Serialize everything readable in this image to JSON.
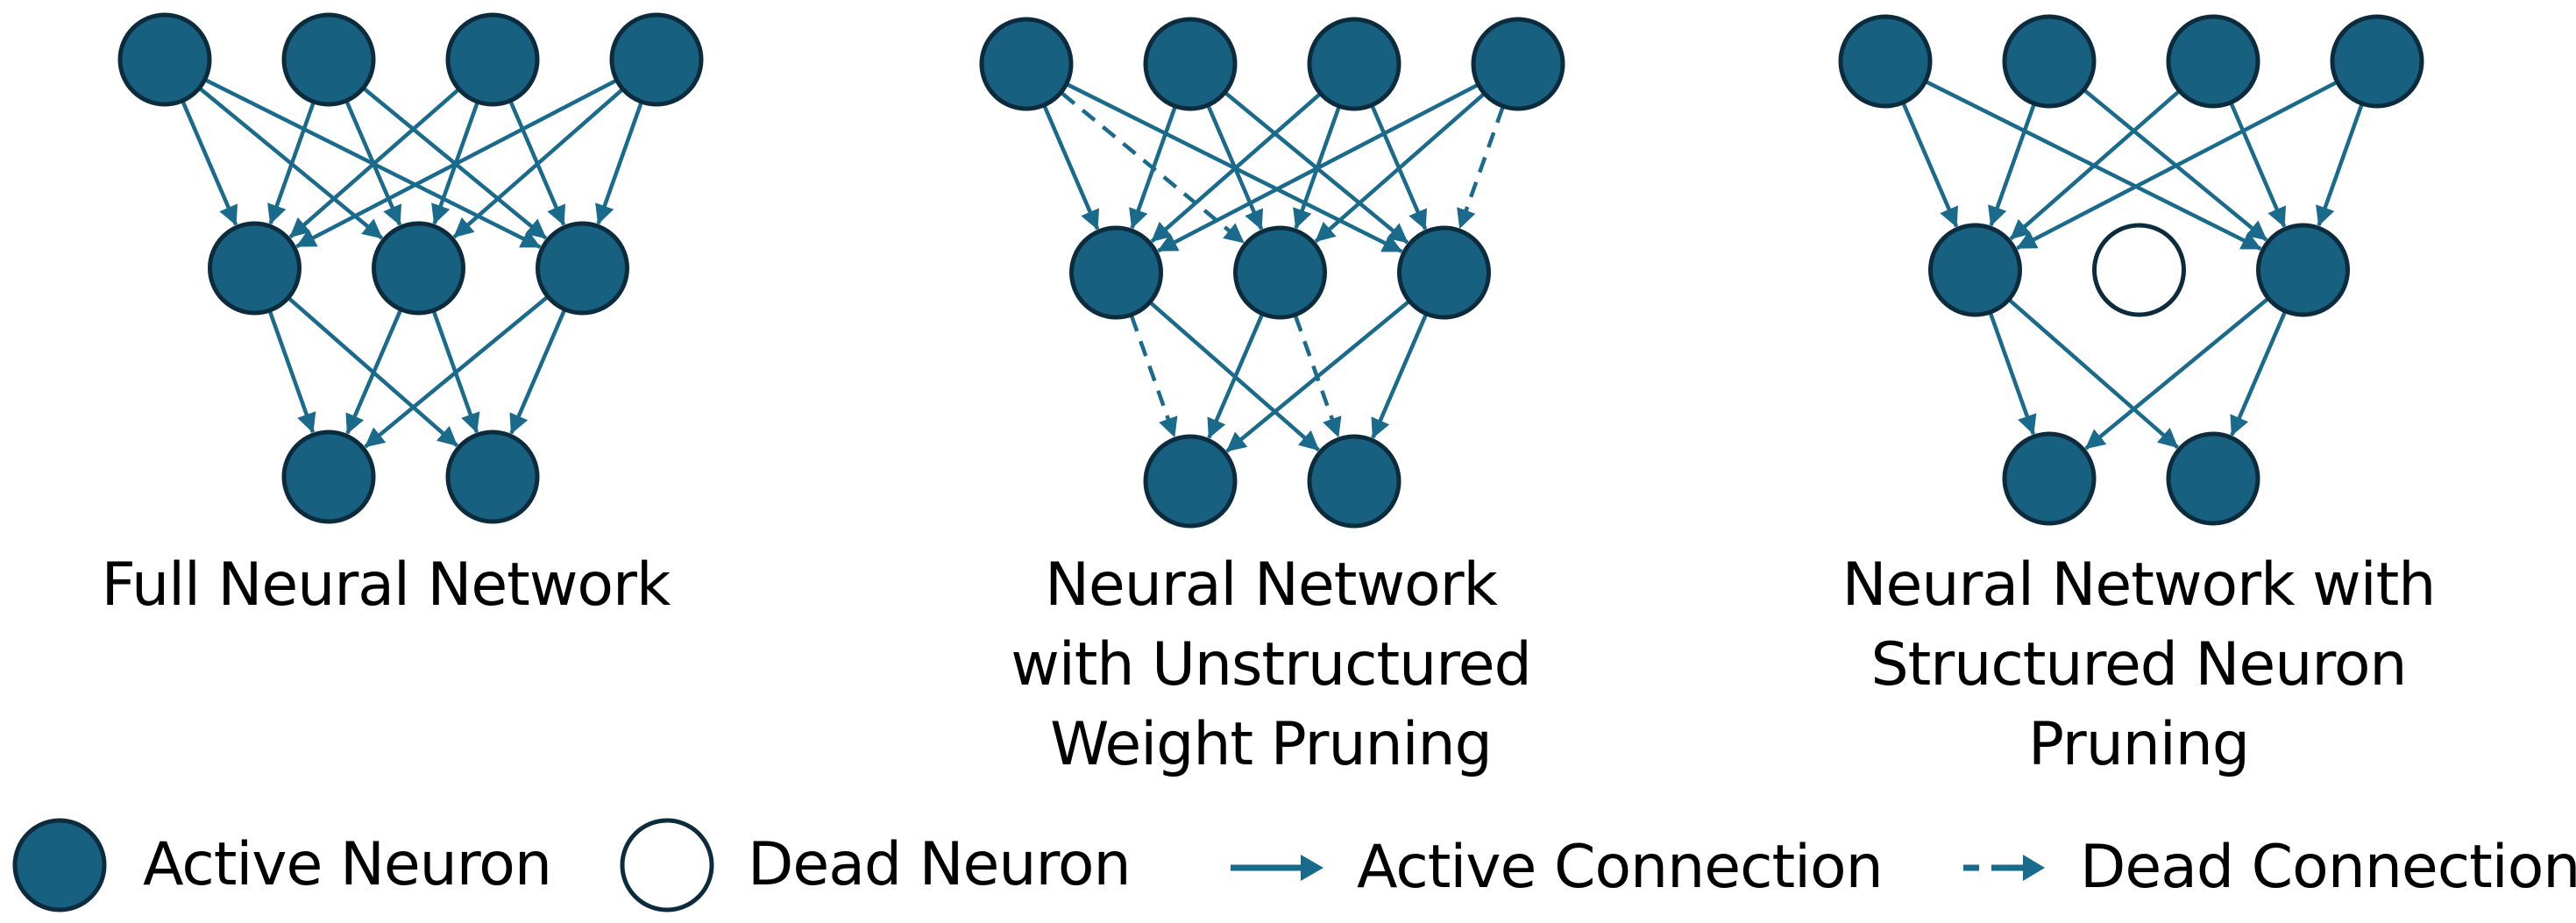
{
  "colors": {
    "neuron_fill": "#18607f",
    "neuron_stroke": "#0c2b3d",
    "edge": "#1a6a8c",
    "dead_fill": "#ffffff",
    "text": "#000000"
  },
  "panels": [
    {
      "id": "full",
      "caption_lines": [
        "Full Neural Network"
      ],
      "layers": [
        {
          "neurons": [
            "active",
            "active",
            "active",
            "active"
          ]
        },
        {
          "neurons": [
            "active",
            "active",
            "active"
          ]
        },
        {
          "neurons": [
            "active",
            "active"
          ]
        }
      ],
      "connections": [
        {
          "from": [
            0,
            0
          ],
          "to": [
            1,
            0
          ],
          "state": "active"
        },
        {
          "from": [
            0,
            0
          ],
          "to": [
            1,
            1
          ],
          "state": "active"
        },
        {
          "from": [
            0,
            0
          ],
          "to": [
            1,
            2
          ],
          "state": "active"
        },
        {
          "from": [
            0,
            1
          ],
          "to": [
            1,
            0
          ],
          "state": "active"
        },
        {
          "from": [
            0,
            1
          ],
          "to": [
            1,
            1
          ],
          "state": "active"
        },
        {
          "from": [
            0,
            1
          ],
          "to": [
            1,
            2
          ],
          "state": "active"
        },
        {
          "from": [
            0,
            2
          ],
          "to": [
            1,
            0
          ],
          "state": "active"
        },
        {
          "from": [
            0,
            2
          ],
          "to": [
            1,
            1
          ],
          "state": "active"
        },
        {
          "from": [
            0,
            2
          ],
          "to": [
            1,
            2
          ],
          "state": "active"
        },
        {
          "from": [
            0,
            3
          ],
          "to": [
            1,
            0
          ],
          "state": "active"
        },
        {
          "from": [
            0,
            3
          ],
          "to": [
            1,
            1
          ],
          "state": "active"
        },
        {
          "from": [
            0,
            3
          ],
          "to": [
            1,
            2
          ],
          "state": "active"
        },
        {
          "from": [
            1,
            0
          ],
          "to": [
            2,
            0
          ],
          "state": "active"
        },
        {
          "from": [
            1,
            0
          ],
          "to": [
            2,
            1
          ],
          "state": "active"
        },
        {
          "from": [
            1,
            1
          ],
          "to": [
            2,
            0
          ],
          "state": "active"
        },
        {
          "from": [
            1,
            1
          ],
          "to": [
            2,
            1
          ],
          "state": "active"
        },
        {
          "from": [
            1,
            2
          ],
          "to": [
            2,
            0
          ],
          "state": "active"
        },
        {
          "from": [
            1,
            2
          ],
          "to": [
            2,
            1
          ],
          "state": "active"
        }
      ]
    },
    {
      "id": "unstructured",
      "caption_lines": [
        "Neural Network",
        "with Unstructured",
        "Weight Pruning"
      ],
      "layers": [
        {
          "neurons": [
            "active",
            "active",
            "active",
            "active"
          ]
        },
        {
          "neurons": [
            "active",
            "active",
            "active"
          ]
        },
        {
          "neurons": [
            "active",
            "active"
          ]
        }
      ],
      "connections": [
        {
          "from": [
            0,
            0
          ],
          "to": [
            1,
            0
          ],
          "state": "active"
        },
        {
          "from": [
            0,
            0
          ],
          "to": [
            1,
            1
          ],
          "state": "dead"
        },
        {
          "from": [
            0,
            0
          ],
          "to": [
            1,
            2
          ],
          "state": "active"
        },
        {
          "from": [
            0,
            1
          ],
          "to": [
            1,
            0
          ],
          "state": "active"
        },
        {
          "from": [
            0,
            1
          ],
          "to": [
            1,
            1
          ],
          "state": "active"
        },
        {
          "from": [
            0,
            1
          ],
          "to": [
            1,
            2
          ],
          "state": "active"
        },
        {
          "from": [
            0,
            2
          ],
          "to": [
            1,
            0
          ],
          "state": "active"
        },
        {
          "from": [
            0,
            2
          ],
          "to": [
            1,
            1
          ],
          "state": "active"
        },
        {
          "from": [
            0,
            2
          ],
          "to": [
            1,
            2
          ],
          "state": "active"
        },
        {
          "from": [
            0,
            3
          ],
          "to": [
            1,
            0
          ],
          "state": "active"
        },
        {
          "from": [
            0,
            3
          ],
          "to": [
            1,
            1
          ],
          "state": "active"
        },
        {
          "from": [
            0,
            3
          ],
          "to": [
            1,
            2
          ],
          "state": "dead"
        },
        {
          "from": [
            1,
            0
          ],
          "to": [
            2,
            0
          ],
          "state": "dead"
        },
        {
          "from": [
            1,
            0
          ],
          "to": [
            2,
            1
          ],
          "state": "active"
        },
        {
          "from": [
            1,
            1
          ],
          "to": [
            2,
            0
          ],
          "state": "active"
        },
        {
          "from": [
            1,
            1
          ],
          "to": [
            2,
            1
          ],
          "state": "dead"
        },
        {
          "from": [
            1,
            2
          ],
          "to": [
            2,
            0
          ],
          "state": "active"
        },
        {
          "from": [
            1,
            2
          ],
          "to": [
            2,
            1
          ],
          "state": "active"
        }
      ]
    },
    {
      "id": "structured",
      "caption_lines": [
        "Neural Network with",
        "Structured Neuron",
        "Pruning"
      ],
      "layers": [
        {
          "neurons": [
            "active",
            "active",
            "active",
            "active"
          ]
        },
        {
          "neurons": [
            "active",
            "dead",
            "active"
          ]
        },
        {
          "neurons": [
            "active",
            "active"
          ]
        }
      ],
      "connections": [
        {
          "from": [
            0,
            0
          ],
          "to": [
            1,
            0
          ],
          "state": "active"
        },
        {
          "from": [
            0,
            0
          ],
          "to": [
            1,
            2
          ],
          "state": "active"
        },
        {
          "from": [
            0,
            1
          ],
          "to": [
            1,
            0
          ],
          "state": "active"
        },
        {
          "from": [
            0,
            1
          ],
          "to": [
            1,
            2
          ],
          "state": "active"
        },
        {
          "from": [
            0,
            2
          ],
          "to": [
            1,
            0
          ],
          "state": "active"
        },
        {
          "from": [
            0,
            2
          ],
          "to": [
            1,
            2
          ],
          "state": "active"
        },
        {
          "from": [
            0,
            3
          ],
          "to": [
            1,
            0
          ],
          "state": "active"
        },
        {
          "from": [
            0,
            3
          ],
          "to": [
            1,
            2
          ],
          "state": "active"
        },
        {
          "from": [
            1,
            0
          ],
          "to": [
            2,
            0
          ],
          "state": "active"
        },
        {
          "from": [
            1,
            0
          ],
          "to": [
            2,
            1
          ],
          "state": "active"
        },
        {
          "from": [
            1,
            2
          ],
          "to": [
            2,
            0
          ],
          "state": "active"
        },
        {
          "from": [
            1,
            2
          ],
          "to": [
            2,
            1
          ],
          "state": "active"
        }
      ]
    }
  ],
  "legend": {
    "active_neuron": "Active Neuron",
    "dead_neuron": "Dead Neuron",
    "active_connection": "Active Connection",
    "dead_connection": "Dead Connection"
  }
}
